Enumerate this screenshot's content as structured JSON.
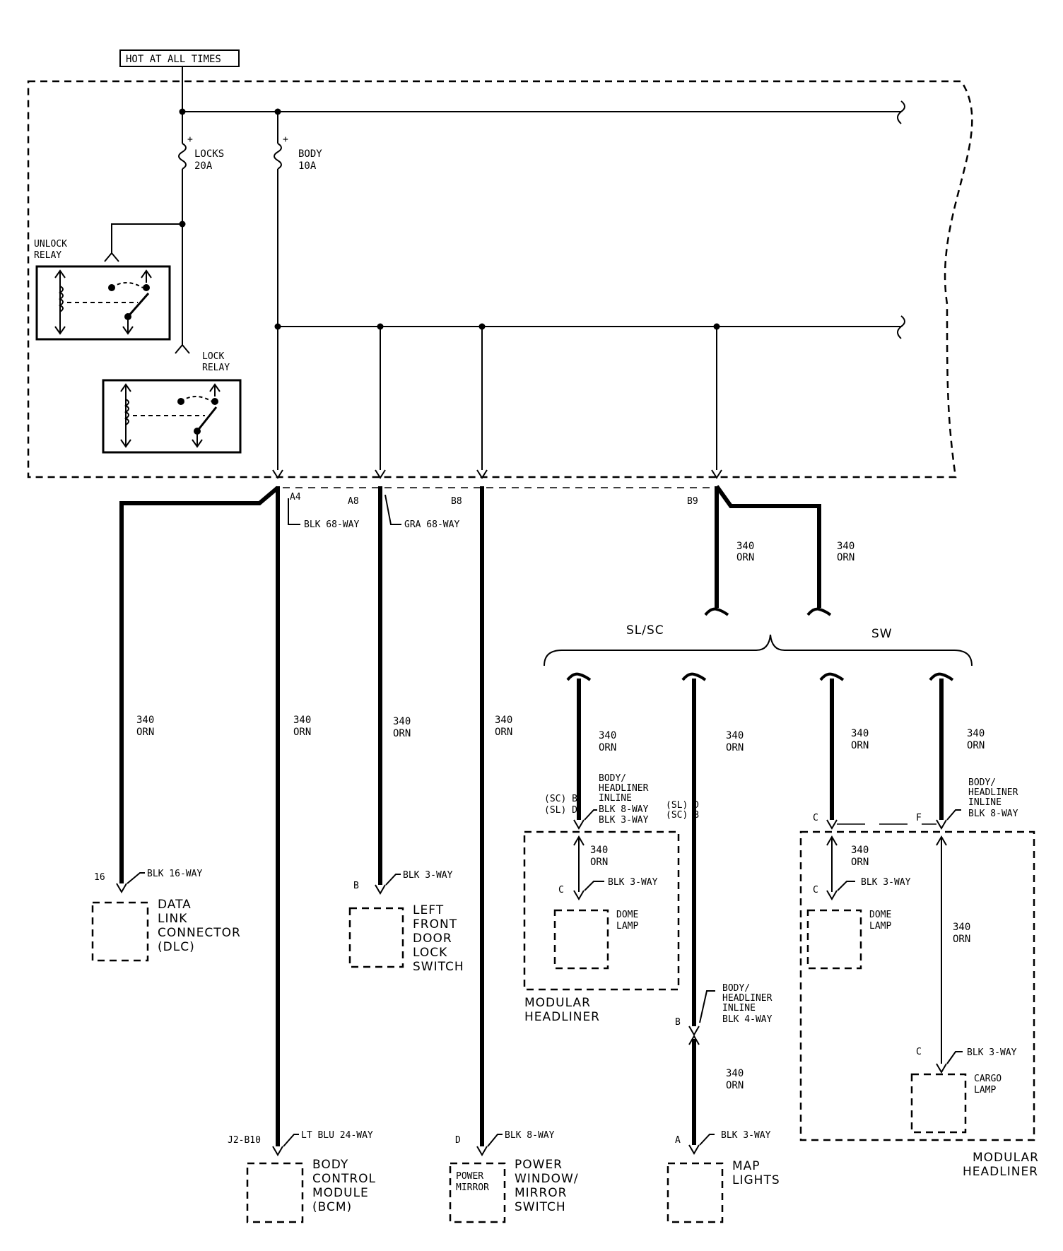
{
  "fuse_block": {
    "hot_label": "HOT AT ALL TIMES",
    "fuse_locks": {
      "name": "LOCKS",
      "rating": "20A"
    },
    "fuse_body": {
      "name": "BODY",
      "rating": "10A"
    },
    "unlock_relay": [
      "UNLOCK",
      "RELAY"
    ],
    "lock_relay": [
      "LOCK",
      "RELAY"
    ]
  },
  "connectors": {
    "a4": "A4",
    "a8": "A8",
    "b8": "B8",
    "b9": "B9",
    "blk68": "BLK 68-WAY",
    "gra68": "GRA 68-WAY"
  },
  "wire": {
    "circuit": "340",
    "color": "ORN"
  },
  "branches": {
    "slsc": "SL/SC",
    "sw": "SW"
  },
  "components": {
    "dlc": {
      "pin": "16",
      "conn": "BLK 16-WAY",
      "name": [
        "DATA",
        "LINK",
        "CONNECTOR",
        "(DLC)"
      ]
    },
    "bcm": {
      "pin": "J2-B10",
      "conn": "LT BLU 24-WAY",
      "name": [
        "BODY",
        "CONTROL",
        "MODULE",
        "(BCM)"
      ]
    },
    "door_lock": {
      "pin": "B",
      "conn": "BLK 3-WAY",
      "name": [
        "LEFT",
        "FRONT",
        "DOOR",
        "LOCK",
        "SWITCH"
      ]
    },
    "power_window": {
      "pin": "D",
      "conn": "BLK 8-WAY",
      "inner": [
        "POWER",
        "MIRROR"
      ],
      "name": [
        "POWER",
        "WINDOW/",
        "MIRROR",
        "SWITCH"
      ]
    },
    "headliner_slsc": {
      "inline": [
        "BODY/",
        "HEADLINER",
        "INLINE",
        "BLK 8-WAY",
        "BLK 3-WAY"
      ],
      "pins_left": [
        "(SC) B",
        "(SL) D"
      ],
      "pins_right": [
        "(SL) D",
        "(SC) B"
      ],
      "lamp_pin": "C",
      "lamp_conn": "BLK 3-WAY",
      "lamp": [
        "DOME",
        "LAMP"
      ],
      "title": [
        "MODULAR",
        "HEADLINER"
      ]
    },
    "map_lights": {
      "inline": [
        "BODY/",
        "HEADLINER",
        "INLINE",
        "BLK 4-WAY"
      ],
      "inline_pin": "B",
      "pin": "A",
      "conn": "BLK 3-WAY",
      "name": [
        "MAP",
        "LIGHTS"
      ]
    },
    "headliner_sw": {
      "inline": [
        "BODY/",
        "HEADLINER",
        "INLINE",
        "BLK 8-WAY"
      ],
      "pin_c": "C",
      "pin_f": "F",
      "dome_pin": "C",
      "dome_conn": "BLK 3-WAY",
      "dome": [
        "DOME",
        "LAMP"
      ],
      "cargo_pin": "C",
      "cargo_conn": "BLK 3-WAY",
      "cargo": [
        "CARGO",
        "LAMP"
      ],
      "title": [
        "MODULAR",
        "HEADLINER"
      ]
    }
  }
}
